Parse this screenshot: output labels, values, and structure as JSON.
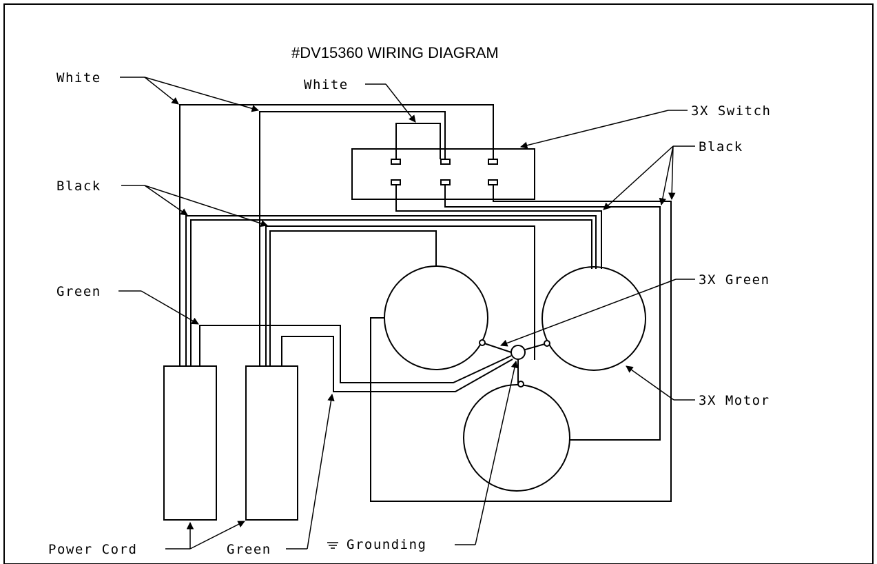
{
  "title": "#DV15360 WIRING DIAGRAM",
  "labels": {
    "white_left": "White",
    "white_switch": "White",
    "switch": "3X Switch",
    "black_right": "Black",
    "black_left": "Black",
    "green_left": "Green",
    "green_motor": "3X Green",
    "motor": "3X Motor",
    "power_cord": "Power Cord",
    "green_bottom": "Green",
    "grounding": "Grounding"
  },
  "colors": {
    "line": "#000000",
    "background": "#ffffff"
  }
}
